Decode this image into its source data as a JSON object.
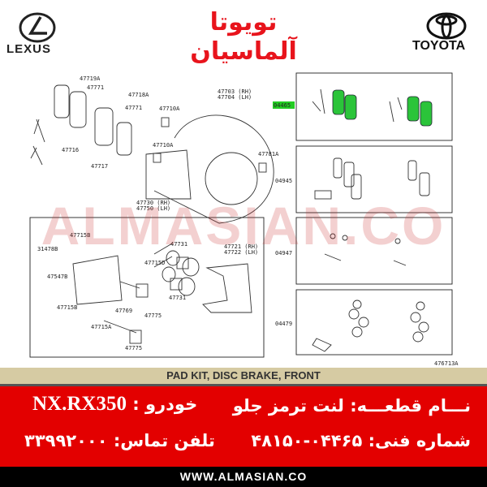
{
  "header": {
    "left_brand": "LEXUS",
    "center_logo_text": "تویوتا آلماسیان",
    "right_brand": "TOYOTA"
  },
  "diagram": {
    "labels": {
      "l47719A": "47719A",
      "l47771a": "47771",
      "l47718A": "47718A",
      "l47771b": "47771",
      "l47716": "47716",
      "l47717": "47717",
      "l47710Aa": "47710A",
      "l47710Ab": "47710A",
      "l47703": "47703 (RH)",
      "l47704": "47704 (LH)",
      "l47781A": "47781A",
      "l47730": "47730 (RH)",
      "l47750": "47750 (LH)",
      "l47715Ba": "47715B",
      "l31478B": "31478B",
      "l47547B": "47547B",
      "l47715Bb": "47715B",
      "l47715A": "47715A",
      "l47715D": "47715D",
      "l47769": "47769",
      "l47775a": "47775",
      "l47775b": "47775",
      "l47731a": "47731",
      "l47731b": "47731",
      "l47721": "47721 (RH)",
      "l47722": "47722 (LH)",
      "k04465": "04465",
      "k04945": "04945",
      "k04947": "04947",
      "k04479": "04479",
      "ref": "476713A"
    },
    "highlight_color": "#22cc22"
  },
  "watermark": "ALMASIAN.CO",
  "product_title": "PAD KIT, DISC BRAKE, FRONT",
  "info": {
    "part_name": "نـــام قطعـــه: لنت ترمز جلو",
    "car_label": "خودرو :",
    "car_model": "NX.RX350",
    "part_number": "شماره فنی: ۰۴۴۶۵-۴۸۱۵۰",
    "phone": "تلفن تماس: ۳۳۹۹۲۰۰۰"
  },
  "website": "WWW.ALMASIAN.CO",
  "colors": {
    "red": "#e30000",
    "band": "#d6cba3",
    "logo_red": "#e8141c"
  }
}
